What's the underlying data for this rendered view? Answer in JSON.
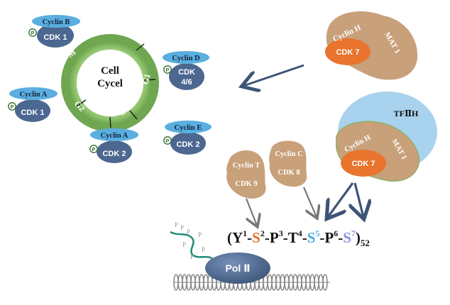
{
  "cell_cycle": {
    "center_line1": "Cell",
    "center_line2": "Cycel",
    "phases": {
      "m": "M",
      "g1": "G1",
      "s": "S",
      "g2": "G2"
    }
  },
  "cyclin_cdk_pairs": [
    {
      "cyclin": "Cyclin B",
      "cdk": "CDK 1",
      "phospho": "P"
    },
    {
      "cyclin": "Cyclin A",
      "cdk": "CDK 1",
      "phospho": "P"
    },
    {
      "cyclin": "Cyclin D",
      "cdk_line1": "CDK",
      "cdk_line2": "4/6",
      "phospho": "P"
    },
    {
      "cyclin": "Cyclin A",
      "cdk": "CDK 2",
      "phospho": "P"
    },
    {
      "cyclin": "Cyclin E",
      "cdk": "CDK 2",
      "phospho": "P"
    }
  ],
  "cak_free": {
    "cyclin": "Cyclin H",
    "mat": "MAT 1",
    "cdk": "CDK 7"
  },
  "tfiih": {
    "label": "TFⅡH",
    "cyclin": "Cyclin H",
    "mat": "MAT 1",
    "cdk": "CDK 7"
  },
  "cyclin_t": {
    "cyclin": "Cyclin T",
    "cdk": "CDK 9"
  },
  "cyclin_c": {
    "cyclin": "Cyclin C",
    "cdk": "CDK 8"
  },
  "ctd_sequence": {
    "open": "(Y",
    "y_sup": "1",
    "d1": "-",
    "s2": "S",
    "s2_sup": "2",
    "d2": "-",
    "p3": "P",
    "p3_sup": "3",
    "d3": "-",
    "t4": "T",
    "t4_sup": "4",
    "d4": "-",
    "s5": "S",
    "s5_sup": "5",
    "d5": "-",
    "p6": "P",
    "p6_sup": "6",
    "d6": "-",
    "s7": "S",
    "s7_sup": "7",
    "close": ")",
    "repeat_sub": "52"
  },
  "pol": {
    "label": "Pol Ⅱ",
    "phospho_marks": [
      "P",
      "P",
      "P",
      "P",
      "P",
      "P",
      "P"
    ]
  },
  "colors": {
    "cyclin_blue": "#5aaee0",
    "cdk_navy": "#4c6790",
    "ring_green": "#8cc16a",
    "tan": "#c8a07a",
    "cdk7_orange": "#e8742e",
    "tfiih_lightblue": "#a9d2ee",
    "s2_orange": "#e0742a",
    "s5_blue": "#4fa8e0",
    "s7_blue": "#8a8fe0",
    "arrow_gray": "#767676",
    "arrow_navy": "#3e5477",
    "phospho_green": "#2e6b2a",
    "teal_strand": "#1d8c7a"
  }
}
